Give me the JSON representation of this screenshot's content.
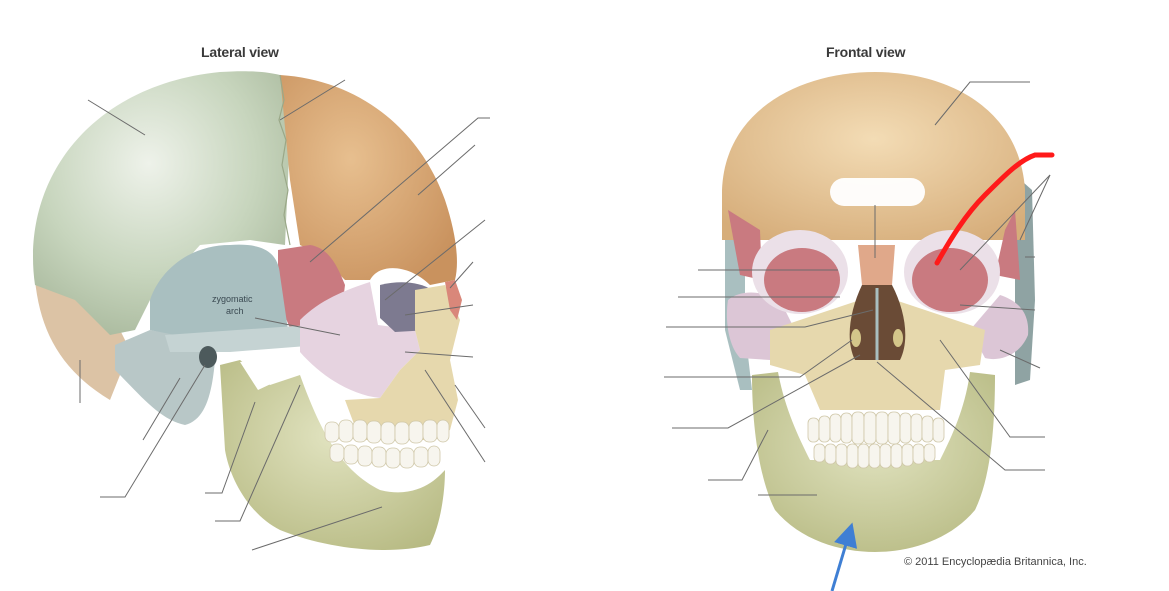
{
  "figure": {
    "lateral": {
      "title": "Lateral view",
      "inline_label_line1": "zygomatic",
      "inline_label_line2": "arch",
      "blank_label_count": 16
    },
    "frontal": {
      "title": "Frontal view",
      "blank_label_count": 14
    },
    "credit": "© 2011 Encyclopædia Britannica, Inc.",
    "annotations": [
      {
        "type": "red-freehand-line",
        "color": "#ff1a1a",
        "points_to": "frontal-view-orbit-region"
      },
      {
        "type": "blue-arrow",
        "color": "#3f7fd4",
        "points_to": "frontal-view-mandible-chin"
      }
    ],
    "bone_colors": {
      "parietal": "#c9d6bf",
      "frontal_lateral": "#d9a877",
      "frontal_front": "#e8c89c",
      "sphenoid": "#c97a80",
      "temporal": "#a9bfc0",
      "zygomatic": "#e6d3e0",
      "maxilla": "#e6d8ad",
      "mandible": "#ccd0a0",
      "occipital": "#dcc3a5",
      "nasal": "#e0a88a",
      "teeth": "#f7f5ee"
    }
  }
}
